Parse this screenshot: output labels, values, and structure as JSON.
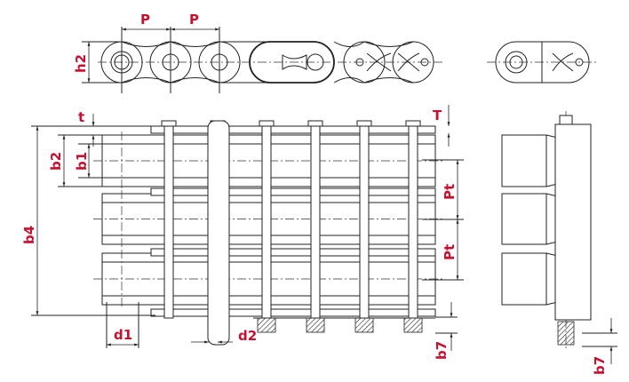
{
  "title": "Triplex roller chain dimension drawing",
  "labels": {
    "pitch_1": "P",
    "pitch_2": "P",
    "plate_height": "h2",
    "plate_thickness": "t",
    "inner_width_outer": "b2",
    "inner_width": "b1",
    "total_width": "b4",
    "roller_diameter": "d1",
    "pin_diameter": "d2",
    "cotter_thickness": "T",
    "transverse_pitch_1": "Pt",
    "transverse_pitch_2": "Pt",
    "pin_extension_front": "b7",
    "pin_extension_side": "b7"
  },
  "colors": {
    "label": "#c8102e",
    "line": "#222222"
  }
}
